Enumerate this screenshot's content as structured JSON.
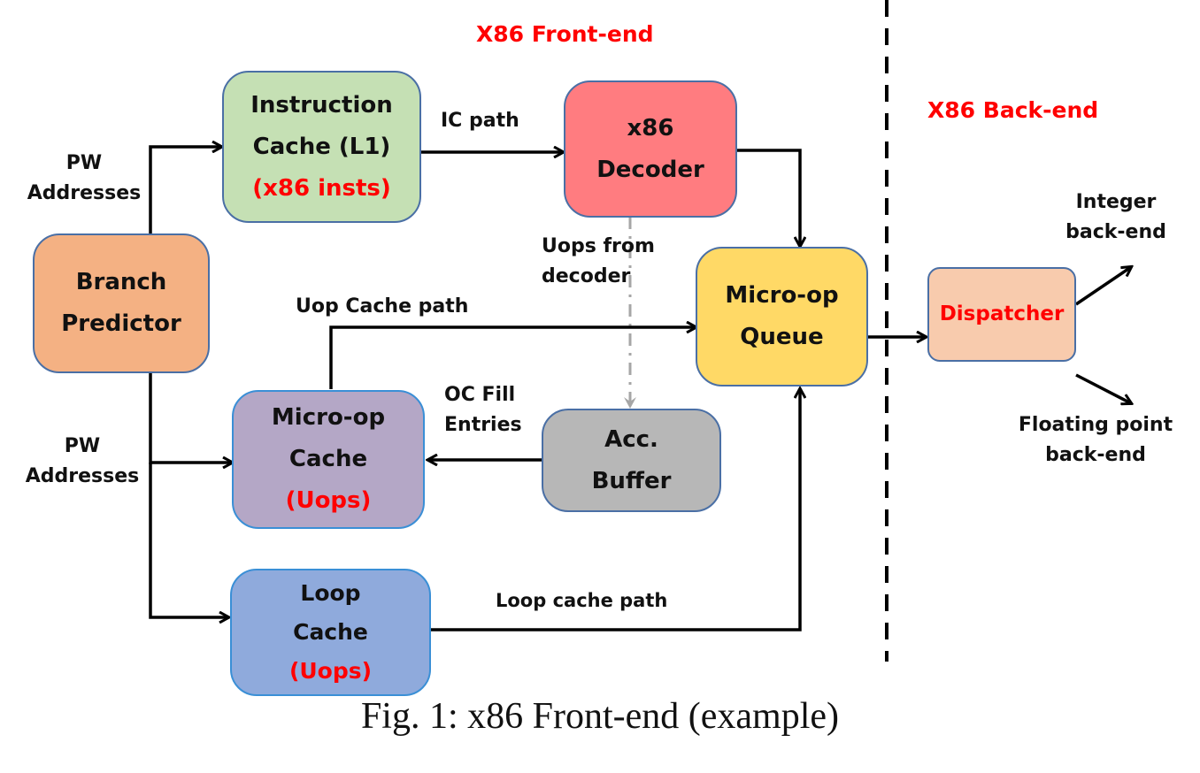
{
  "sections": {
    "front_end": "X86 Front-end",
    "back_end": "X86 Back-end"
  },
  "boxes": {
    "branch_predictor": {
      "lines": [
        "Branch",
        "Predictor"
      ],
      "color": "#f4b183"
    },
    "instruction_cache": {
      "lines": [
        "Instruction",
        "Cache (L1)"
      ],
      "sub": "(x86 insts)",
      "color": "#c5e0b4"
    },
    "x86_decoder": {
      "lines": [
        "x86",
        "Decoder"
      ],
      "color": "#ff7c80"
    },
    "micro_op_queue": {
      "lines": [
        "Micro-op",
        "Queue"
      ],
      "color": "#ffd966"
    },
    "micro_op_cache": {
      "lines": [
        "Micro-op",
        "Cache"
      ],
      "sub": "(Uops)",
      "color": "#b4a7c6"
    },
    "acc_buffer": {
      "lines": [
        "Acc.",
        "Buffer"
      ],
      "color": "#b7b7b7"
    },
    "loop_cache": {
      "lines": [
        "Loop",
        "Cache"
      ],
      "sub": "(Uops)",
      "color": "#8faadc"
    },
    "dispatcher": {
      "label": "Dispatcher",
      "color": "#f8cbad"
    }
  },
  "edge_labels": {
    "pw_addresses_top": [
      "PW",
      "Addresses"
    ],
    "pw_addresses_bottom": [
      "PW",
      "Addresses"
    ],
    "ic_path": "IC path",
    "uops_from_decoder": [
      "Uops from",
      "decoder"
    ],
    "uop_cache_path": "Uop Cache path",
    "oc_fill_entries": [
      "OC Fill",
      "Entries"
    ],
    "loop_cache_path": "Loop cache path",
    "integer_backend": [
      "Integer",
      "back-end"
    ],
    "fp_backend": [
      "Floating point",
      "back-end"
    ]
  },
  "caption": "Fig. 1: x86 Front-end (example)"
}
